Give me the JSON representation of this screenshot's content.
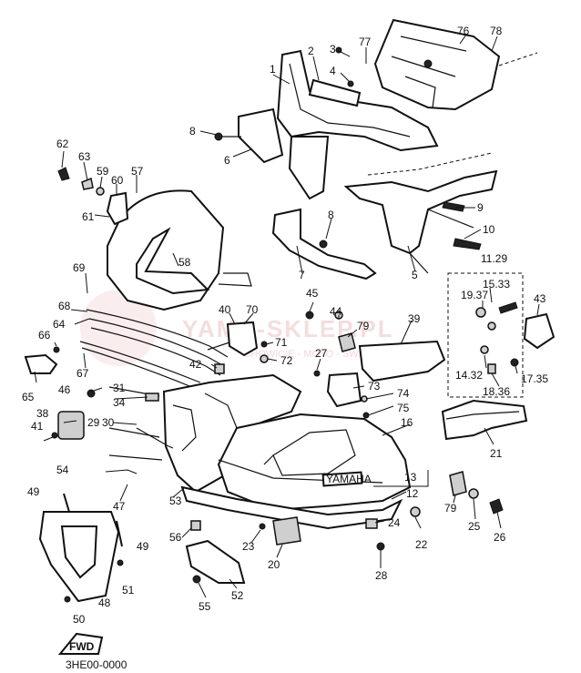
{
  "diagram": {
    "watermark": "YAMA-SKLEP.PL",
    "watermark_sub": "SHOWICIE - MOTO - ŚWIAT",
    "fwd_label": "FWD",
    "footer_code": "3HE00-0000",
    "emblem_text": "YAMAHA",
    "callouts": [
      "1",
      "2",
      "3",
      "4",
      "5",
      "6",
      "7",
      "8",
      "8",
      "9",
      "10",
      "11.29",
      "12",
      "13",
      "14.32",
      "15.33",
      "16",
      "17.35",
      "18.36",
      "19.37",
      "20",
      "21",
      "22",
      "23",
      "24",
      "25",
      "26",
      "27",
      "28",
      "29",
      "30",
      "31",
      "34",
      "38",
      "39",
      "40",
      "41",
      "42",
      "43",
      "44",
      "45",
      "46",
      "47",
      "48",
      "49",
      "49",
      "50",
      "51",
      "52",
      "53",
      "54",
      "55",
      "56",
      "57",
      "58",
      "59",
      "60",
      "61",
      "62",
      "63",
      "64",
      "65",
      "66",
      "67",
      "68",
      "69",
      "70",
      "71",
      "72",
      "73",
      "74",
      "75",
      "76",
      "77",
      "78",
      "79",
      "79"
    ]
  }
}
